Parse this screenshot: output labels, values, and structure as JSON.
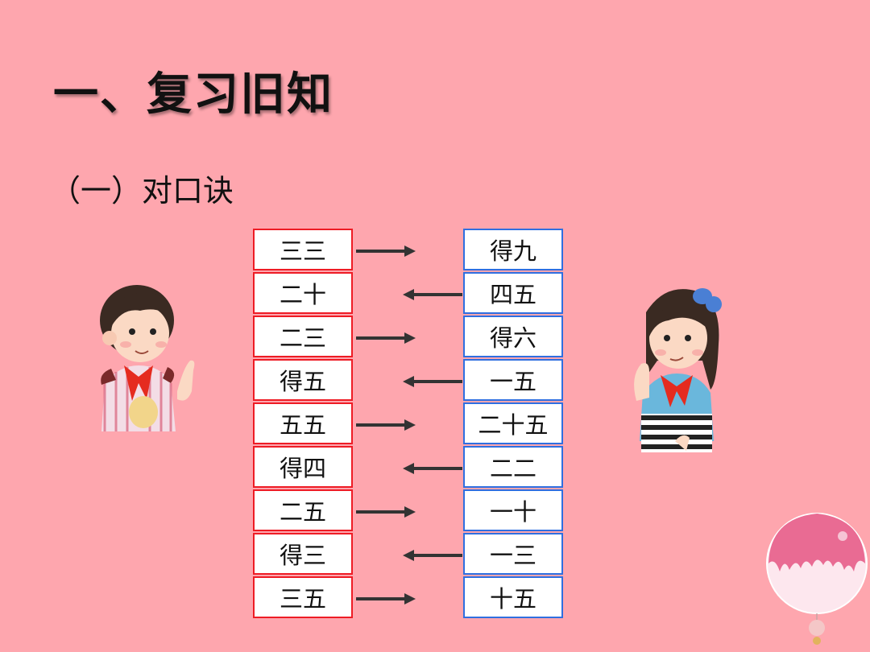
{
  "title": "一、复习旧知",
  "subtitle": "（一）对口诀",
  "left_column": [
    "三三",
    "二十",
    "二三",
    "得五",
    "五五",
    "得四",
    "二五",
    "得三",
    "三五"
  ],
  "right_column": [
    "得九",
    "四五",
    "得六",
    "一五",
    "二十五",
    "二二",
    "一十",
    "一三",
    "十五"
  ],
  "arrow_directions": [
    "right",
    "left",
    "right",
    "left",
    "right",
    "left",
    "right",
    "left",
    "right"
  ],
  "colors": {
    "background": "#fea6ae",
    "left_border": "#ee1c25",
    "right_border": "#2f6fe0",
    "arrow": "#333333"
  }
}
